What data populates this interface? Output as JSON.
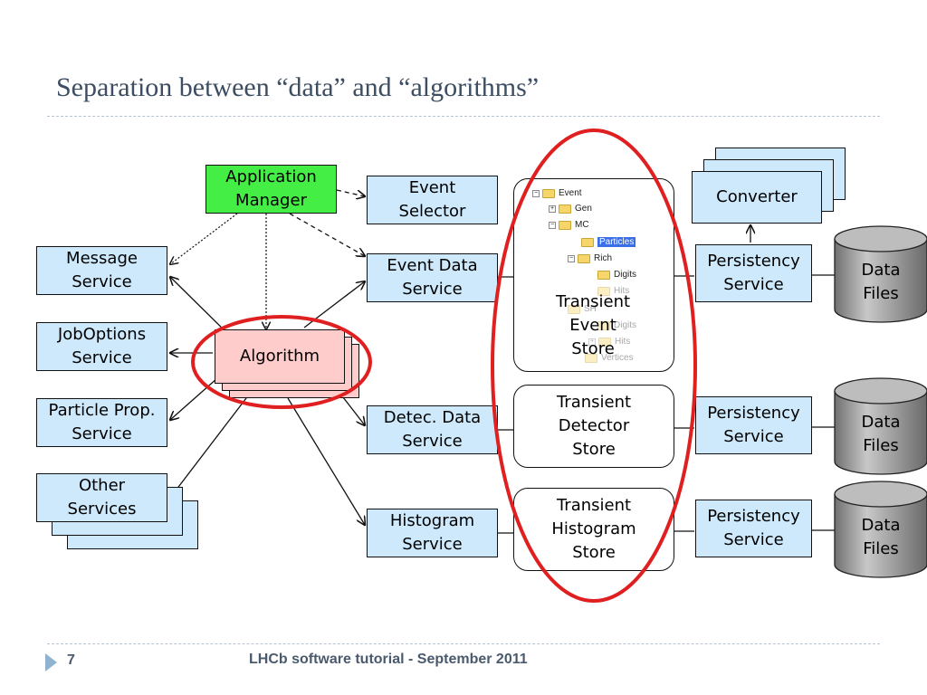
{
  "slide": {
    "title": "Separation between “data” and “algorithms”",
    "page_number": "7",
    "footer": "LHCb software tutorial - September 2011"
  },
  "diagram": {
    "application_manager": [
      "Application",
      "Manager"
    ],
    "event_selector": [
      "Event",
      "Selector"
    ],
    "message_service": [
      "Message",
      "Service"
    ],
    "joboptions_service": [
      "JobOptions",
      "Service"
    ],
    "particle_prop_service": [
      "Particle Prop.",
      "Service"
    ],
    "other_services": [
      "Other",
      "Services"
    ],
    "algorithm": "Algorithm",
    "event_data_service": [
      "Event Data",
      "Service"
    ],
    "detec_data_service": [
      "Detec. Data",
      "Service"
    ],
    "histogram_service": [
      "Histogram",
      "Service"
    ],
    "transient_event_store": [
      "Transient",
      "Event",
      "Store"
    ],
    "transient_detector_store": [
      "Transient",
      "Detector",
      "Store"
    ],
    "transient_histogram_store": [
      "Transient",
      "Histogram",
      "Store"
    ],
    "converter": "Converter",
    "persistency_service": [
      "Persistency",
      "Service"
    ],
    "data_files": [
      "Data",
      "Files"
    ],
    "event_tree": {
      "nodes": [
        "Event",
        "Gen",
        "MC",
        "Particles",
        "Rich",
        "Digits",
        "Hits",
        "SH",
        "Digits",
        "Hits",
        "Vertices"
      ]
    }
  },
  "colors": {
    "service_box": "#cde9fb",
    "app_manager": "#44ee44",
    "algorithm_box": "#ffcccc",
    "highlight_ellipse": "#e02020",
    "cylinder": "#9e9e9e"
  }
}
